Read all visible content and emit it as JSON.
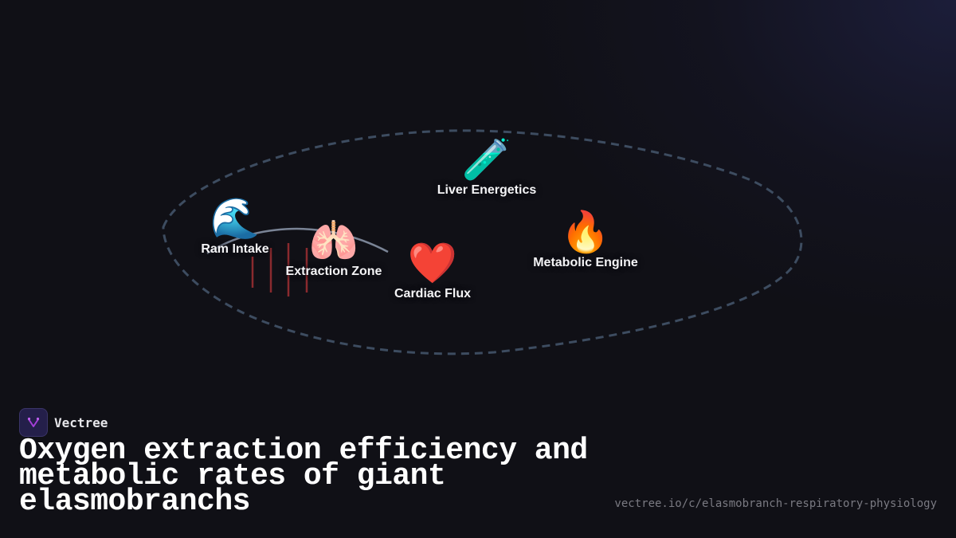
{
  "diagram": {
    "nodes": [
      {
        "id": "ram-intake",
        "label": "Ram Intake",
        "icon": "water-wave-icon",
        "glyph": "🌊"
      },
      {
        "id": "extraction-zone",
        "label": "Extraction Zone",
        "icon": "lungs-icon",
        "glyph": "🫁"
      },
      {
        "id": "cardiac-flux",
        "label": "Cardiac Flux",
        "icon": "red-heart-icon",
        "glyph": "❤️"
      },
      {
        "id": "liver-energetics",
        "label": "Liver Energetics",
        "icon": "test-tube-icon",
        "glyph": "🧪"
      },
      {
        "id": "metabolic-engine",
        "label": "Metabolic Engine",
        "icon": "fire-icon",
        "glyph": "🔥"
      }
    ],
    "colors": {
      "boundary_dash": "#3d4c60",
      "flow_arc": "#7a8496",
      "gill_bars": "#8a2a2e",
      "background": "#101016"
    }
  },
  "brand": {
    "name": "Vectree",
    "logo_color": "#a43fd8"
  },
  "title": "Oxygen extraction efficiency and metabolic rates of giant elasmobranchs",
  "url": "vectree.io/c/elasmobranch-respiratory-physiology"
}
